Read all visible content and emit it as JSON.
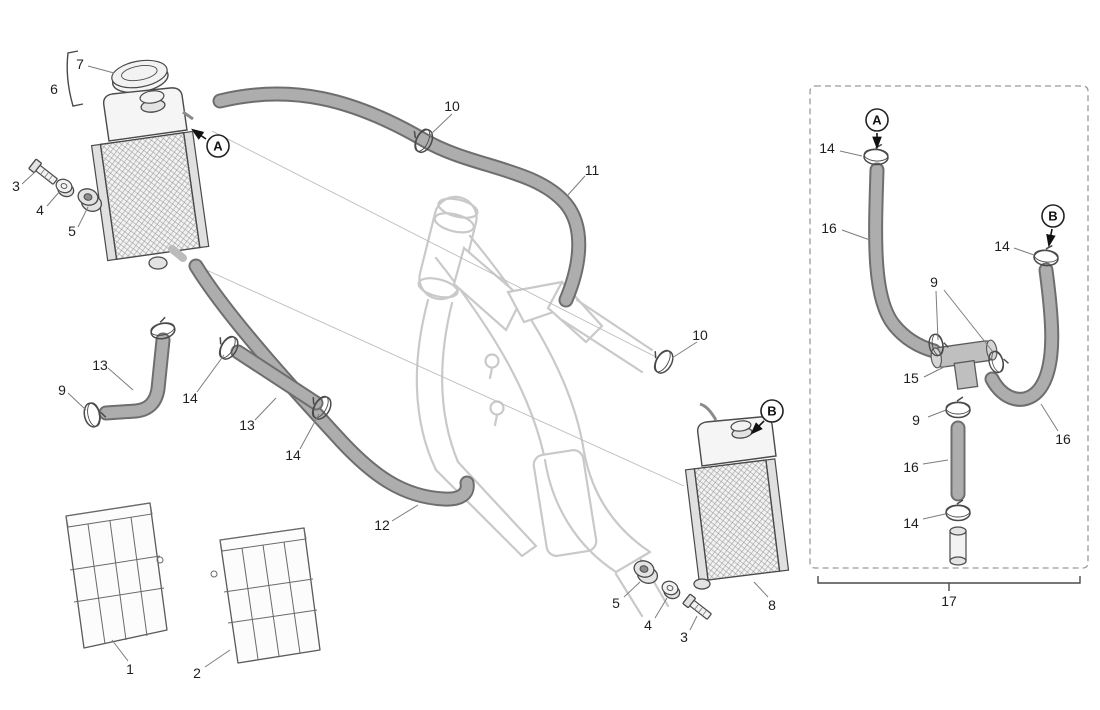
{
  "colors": {
    "line_art": "#4a4a4a",
    "hose_gray": "#adadad",
    "frame_gray": "#c9c9c9",
    "background": "#ffffff",
    "callout_text": "#1f1f1f"
  },
  "callouts": {
    "n1": "1",
    "n2": "2",
    "n3a": "3",
    "n3b": "3",
    "n4a": "4",
    "n4b": "4",
    "n5a": "5",
    "n5b": "5",
    "n6": "6",
    "n7": "7",
    "n8": "8",
    "n9a": "9",
    "n9b": "9",
    "n9c": "9",
    "n10a": "10",
    "n10b": "10",
    "n11": "11",
    "n12": "12",
    "n13a": "13",
    "n13b": "13",
    "n14a": "14",
    "n14b": "14",
    "n14c": "14",
    "n14d": "14",
    "n14e": "14",
    "n15": "15",
    "n16a": "16",
    "n16b": "16",
    "n16c": "16",
    "n17": "17"
  },
  "markers": {
    "A_main": "A",
    "B_main": "B",
    "A_detail": "A",
    "B_detail": "B"
  }
}
